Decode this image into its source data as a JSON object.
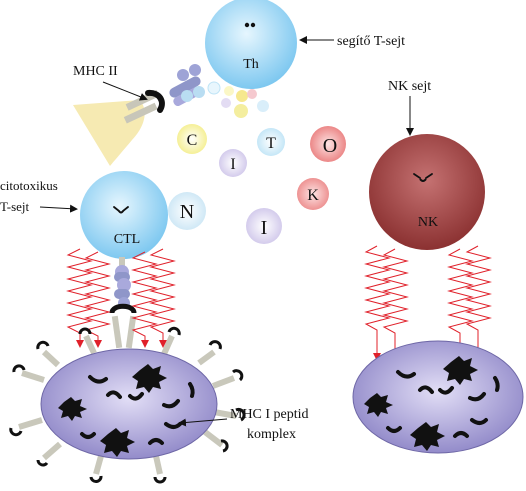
{
  "labels": {
    "helper_t": "segítő T-sejt",
    "mhc2": "MHC II",
    "nk_cell": "NK sejt",
    "cytotoxic_line1": "citotoxikus",
    "cytotoxic_line2": "T-sejt",
    "mhc1_line1": "MHC I peptid",
    "mhc1_line2": "komplex"
  },
  "cells": {
    "th": "Th",
    "ctl": "CTL",
    "nk": "NK"
  },
  "cytokine_letters": [
    "C",
    "T",
    "O",
    "I",
    "K",
    "N",
    "I"
  ],
  "colors": {
    "t_cell_light": "#dff2fd",
    "t_cell_dark": "#7dc6ef",
    "nk_light": "#c47070",
    "nk_dark": "#8a2f2f",
    "target_light": "#d8d4f0",
    "target_dark": "#8f86c8",
    "zigzag": "#e0202a",
    "receptor_blue": "#8f96c9",
    "receptor_grey": "#c9c8bb",
    "apc_yellow": "#f7eab0"
  }
}
